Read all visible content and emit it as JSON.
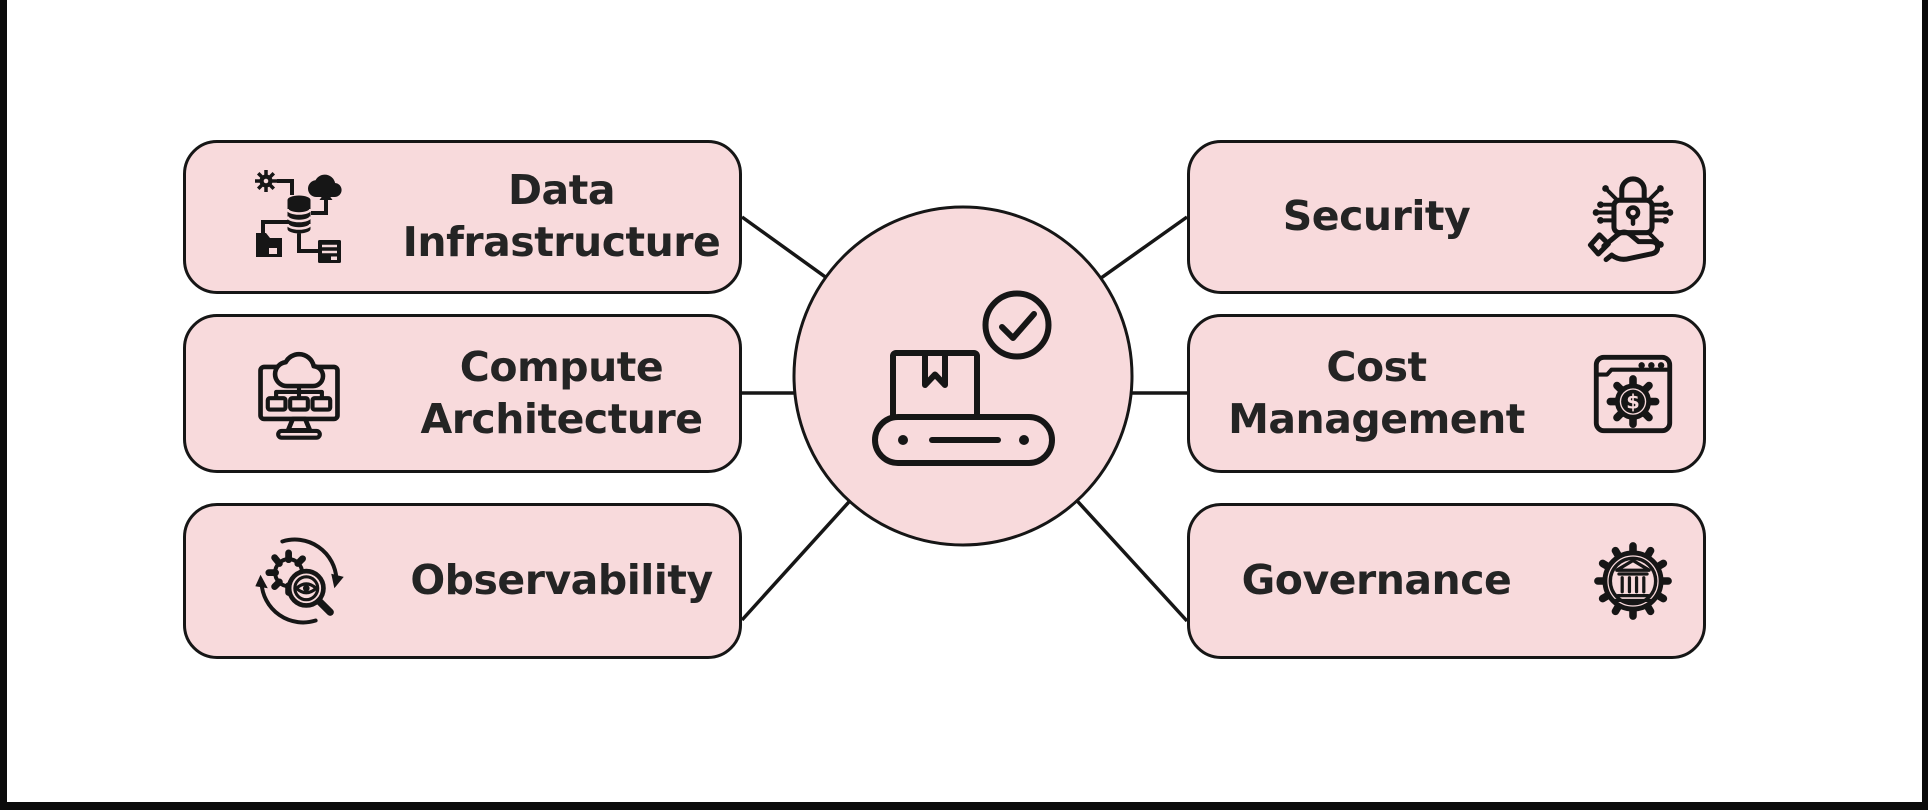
{
  "diagram": {
    "center": {
      "icon": "package-conveyor-icon",
      "badge_icon": "check-circle-icon"
    },
    "left_nodes": [
      {
        "label": "Data\nInfrastructure",
        "icon": "data-infrastructure-icon"
      },
      {
        "label": "Compute\nArchitecture",
        "icon": "compute-architecture-icon"
      },
      {
        "label": "Observability",
        "icon": "observability-icon"
      }
    ],
    "right_nodes": [
      {
        "label": "Security",
        "icon": "security-icon"
      },
      {
        "label": "Cost\nManagement",
        "icon": "cost-management-icon"
      },
      {
        "label": "Governance",
        "icon": "governance-icon"
      }
    ]
  },
  "palette": {
    "node_fill": "#f8dadc",
    "node_border": "#161616",
    "text_color": "#242424",
    "line_color": "#161616",
    "canvas_bg": "#ffffff",
    "frame_color": "#0b0b0b"
  }
}
